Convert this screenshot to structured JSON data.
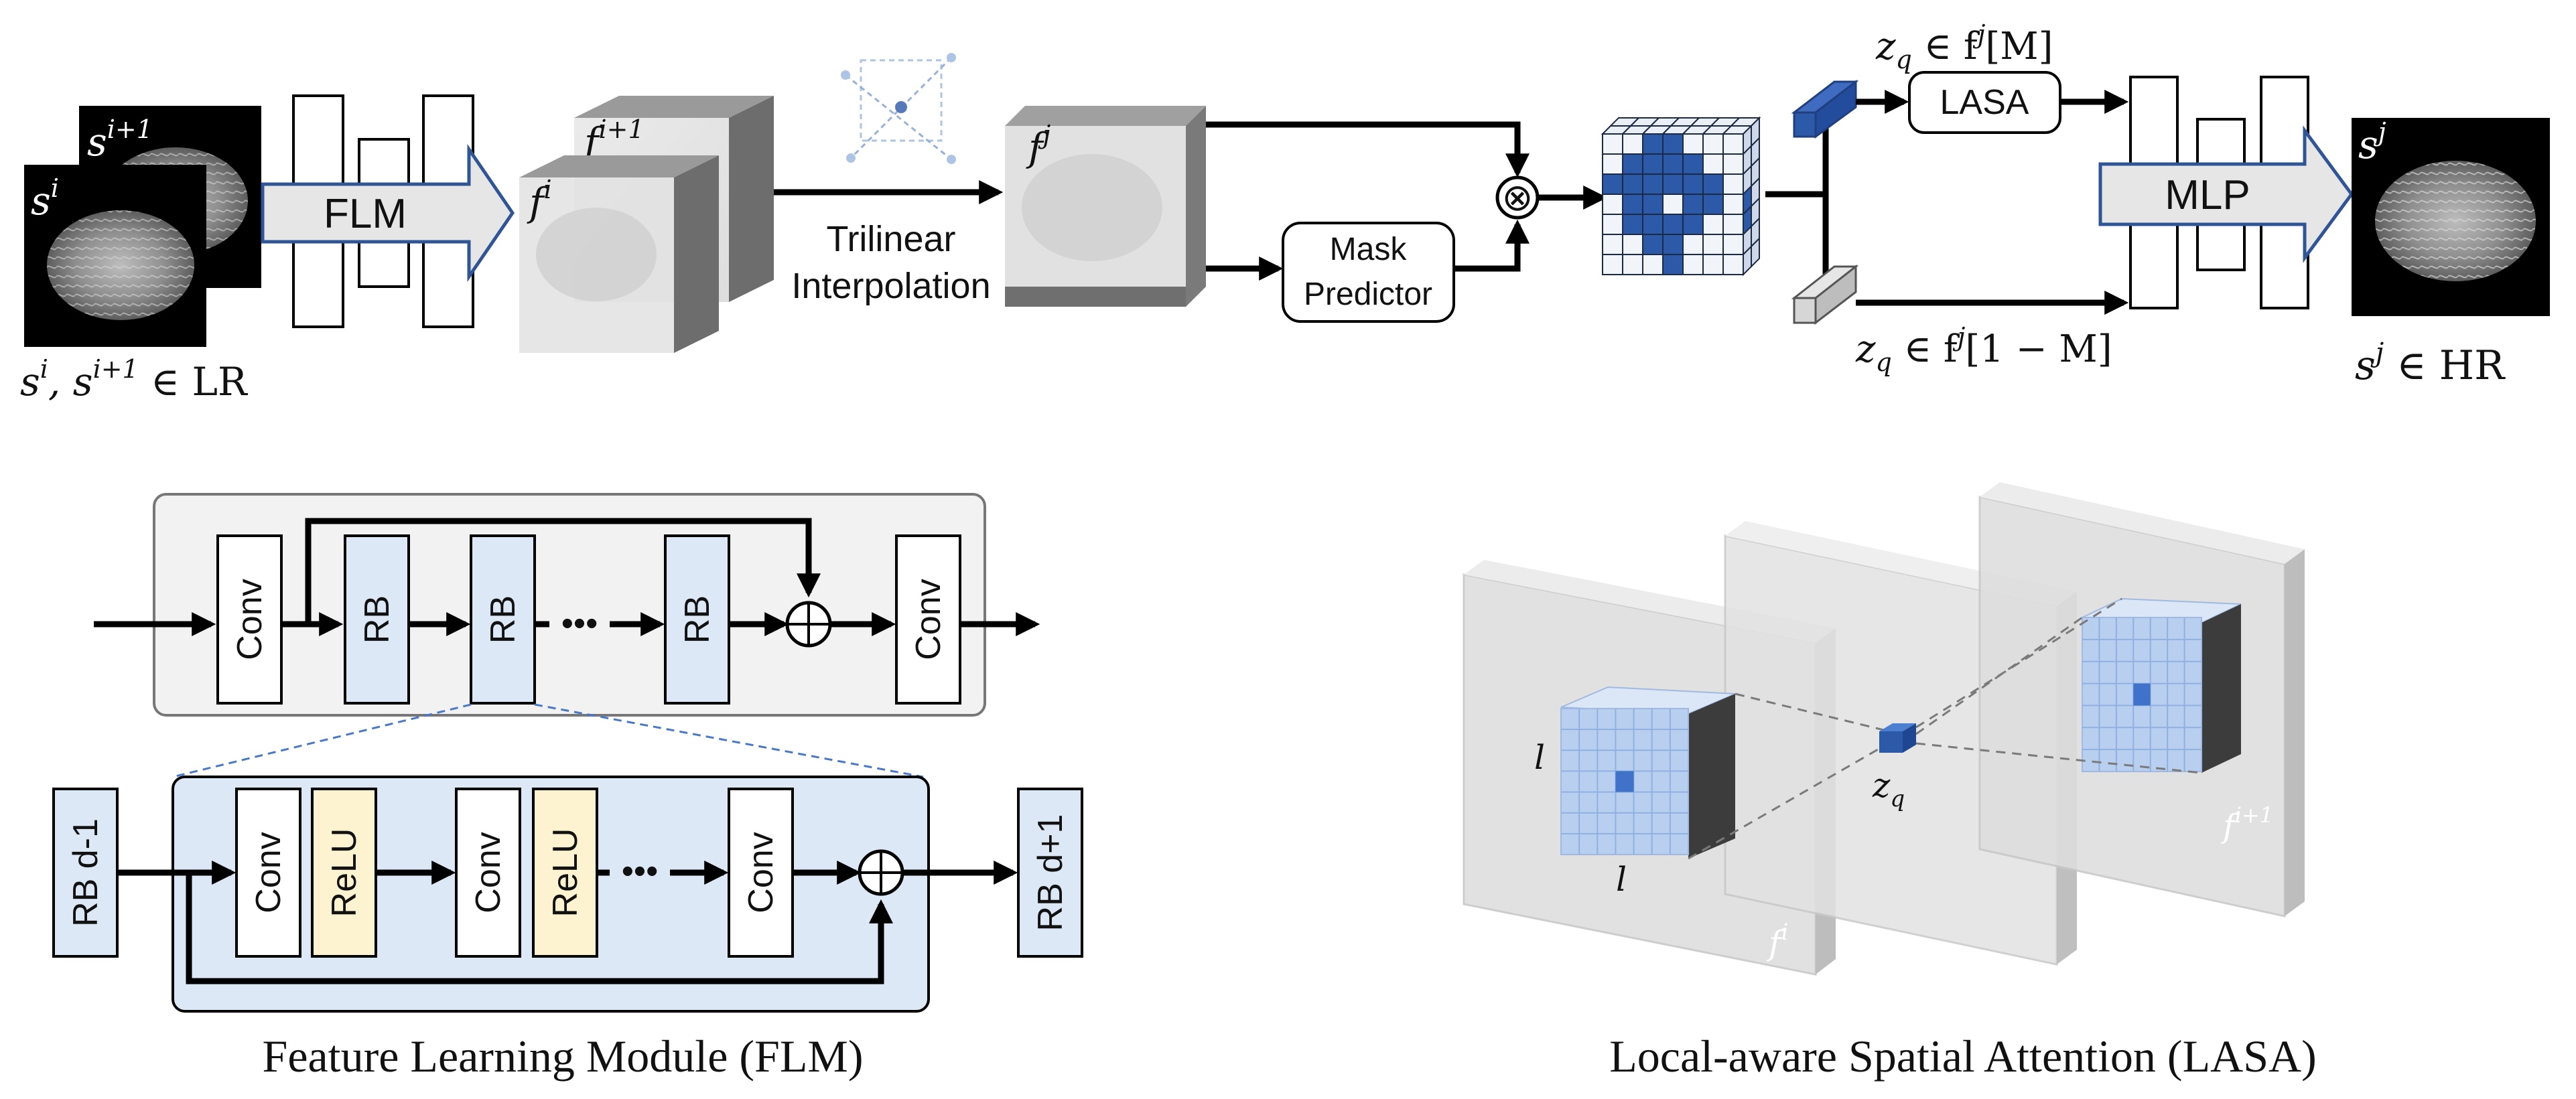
{
  "top_pipeline": {
    "input_slice_back": "s",
    "input_slice_back_sup": "i+1",
    "input_slice_front": "s",
    "input_slice_front_sup": "i",
    "input_caption": "s",
    "input_caption_sup1": "i",
    "input_caption_sep": ", s",
    "input_caption_sup2": "i+1",
    "input_caption_set": " ∈  LR",
    "flm_label": "FLM",
    "feature_back": "f",
    "feature_back_sup": "i+1",
    "feature_front": "f",
    "feature_front_sup": "i",
    "interp_line1": "Trilinear",
    "interp_line2": "Interpolation",
    "feature_target": "f",
    "feature_target_sup": "j",
    "mask_line1": "Mask",
    "mask_line2": "Predictor",
    "multiply_symbol": "⊗",
    "zq_top": "z",
    "zq_top_sub": "q",
    "zq_top_rest": " ∈ f",
    "zq_top_sup": "j",
    "zq_top_end": "[M]",
    "zq_bottom": "z",
    "zq_bottom_sub": "q",
    "zq_bottom_rest": " ∈ f",
    "zq_bottom_sup": "j",
    "zq_bottom_end": "[1 − M]",
    "lasa_label": "LASA",
    "mlp_label": "MLP",
    "output_slice": "s",
    "output_slice_sup": "j",
    "output_caption": "s",
    "output_caption_sup": "j",
    "output_caption_set": " ∈  HR"
  },
  "flm": {
    "blocks": [
      "Conv",
      "RB",
      "RB",
      "RB",
      "Conv"
    ],
    "dots": "•••",
    "sum_symbol": "⊕",
    "rb_blocks": [
      "Conv",
      "ReLU",
      "Conv",
      "ReLU",
      "Conv"
    ],
    "rb_in": "RB d-1",
    "rb_out": "RB d+1",
    "caption": "Feature Learning Module (FLM)"
  },
  "lasa": {
    "label_l_1": "l",
    "label_l_2": "l",
    "query": "z",
    "query_sub": "q",
    "slab_label_1": "f",
    "slab_label_1_sup": "i",
    "slab_label_2": "f",
    "slab_label_2_sup": "i+1",
    "caption": "Local-aware Spatial Attention (LASA)"
  },
  "colors": {
    "light_blue": "#dce8f5",
    "blue_accent": "#2d5aa8",
    "relu_yellow": "#fdf3d0",
    "module_gray": "#f2f2f2"
  }
}
